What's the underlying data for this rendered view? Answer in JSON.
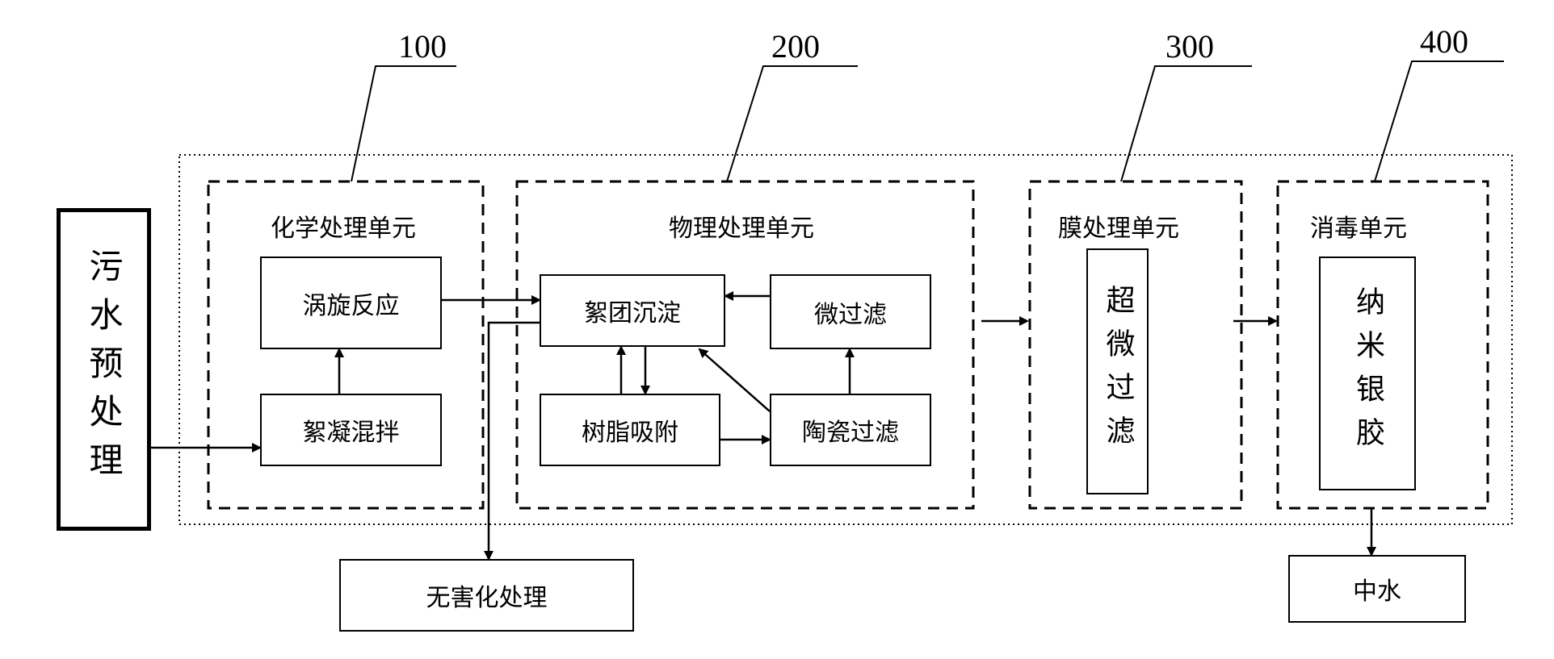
{
  "pretreatment": "污水预处理",
  "refs": {
    "chem": "100",
    "phys": "200",
    "membrane": "300",
    "disinfect": "400"
  },
  "units": {
    "chem": "化学处理单元",
    "phys": "物理处理单元",
    "membrane": "膜处理单元",
    "disinfect": "消毒单元"
  },
  "steps": {
    "vortex": "涡旋反应",
    "flocmix": "絮凝混拌",
    "floc_settle": "絮团沉淀",
    "micro": "微过滤",
    "resin": "树脂吸附",
    "ceramic": "陶瓷过滤",
    "ultra": "超微过滤",
    "nano_silver": "纳米银胶"
  },
  "outputs": {
    "harmless": "无害化处理",
    "reclaimed": "中水"
  },
  "colors": {
    "line": "#000000",
    "background": "#ffffff"
  }
}
